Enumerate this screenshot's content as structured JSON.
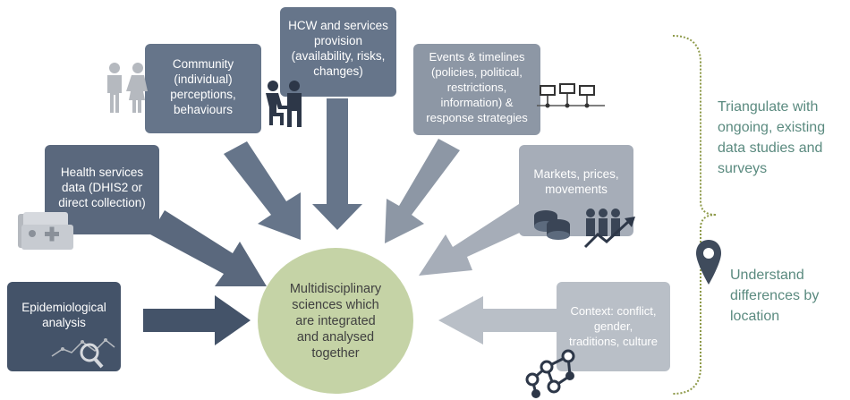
{
  "boxes": {
    "epidemiological": "Epidemiological\nanalysis",
    "health_services": "Health services\ndata (DHIS2 or\ndirect collection)",
    "community": "Community\n(individual)\nperceptions,\nbehaviours",
    "hcw": "HCW and services\nprovision\n(availability, risks,\nchanges)",
    "events": "Events & timelines\n(policies, political,\nrestrictions,\ninformation) &\nresponse strategies",
    "markets": "Markets, prices,\nmovements",
    "context": "Context: conflict,\ngender,\ntraditions, culture"
  },
  "center": "Multidisciplinary\nsciences which\nare integrated\nand analysed\ntogether",
  "side": {
    "triangulate": "Triangulate with\nongoing, existing\ndata studies and\nsurveys",
    "understand": "Understand\ndifferences by\nlocation"
  },
  "colors": {
    "box_dark": "#445369",
    "box_mid": "#66758a",
    "box_light": "#a6adb8",
    "box_lighter": "#b9bfc7",
    "center_fill": "#c5d3a6",
    "accent_green": "#5a8a7f",
    "bracket": "#8e9a4a"
  },
  "icons": [
    "people-icon",
    "doctor-patient-icon",
    "timeline-icon",
    "medical-folder-icon",
    "coins-icon",
    "crowd-growth-icon",
    "magnifier-chart-icon",
    "network-icon",
    "location-pin-icon"
  ]
}
